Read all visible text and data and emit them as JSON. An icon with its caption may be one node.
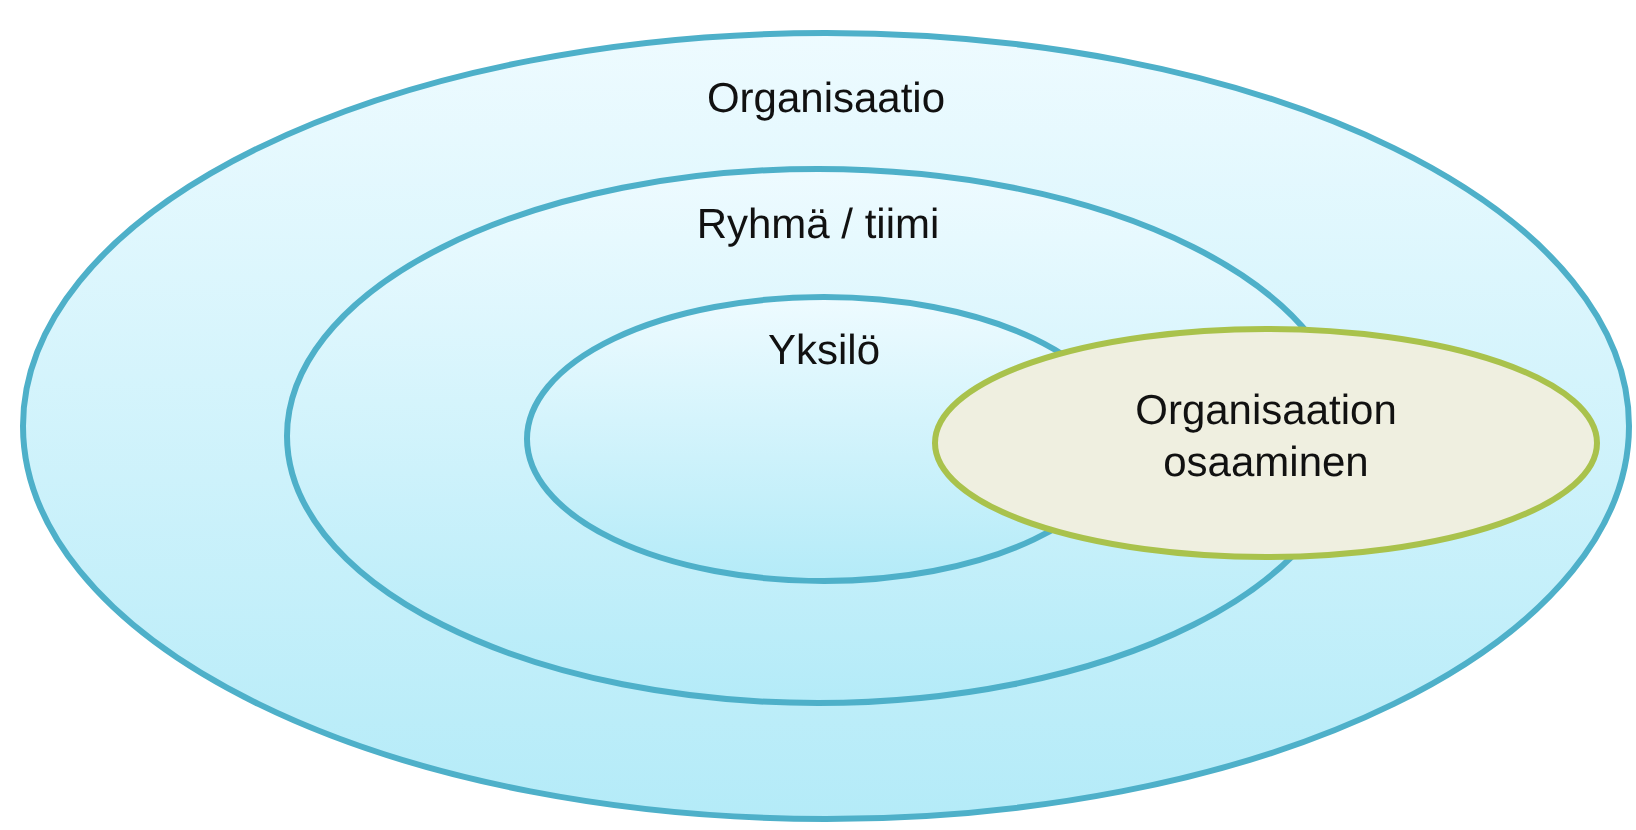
{
  "diagram": {
    "nodes": [
      {
        "text": [
          "Organisaatio"
        ]
      },
      {
        "text": [
          "Ryhmä / tiimi"
        ],
        "in": 0
      },
      {
        "text": [
          "Yksilö"
        ],
        "in": 1
      },
      {
        "text": [
          "Organisaation osaaminen"
        ],
        "in": 0
      }
    ]
  }
}
